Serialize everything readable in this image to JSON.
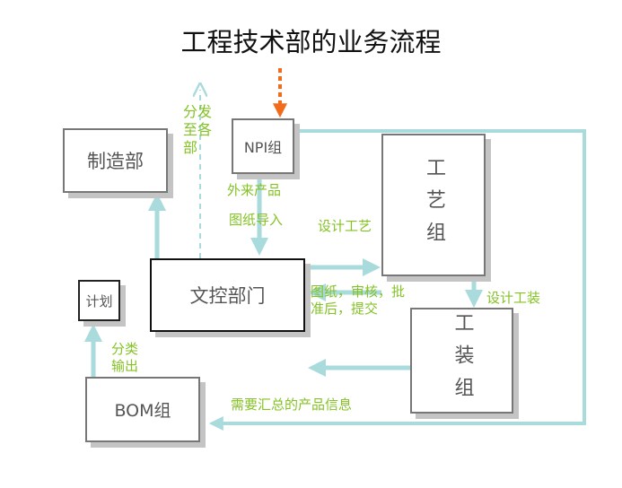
{
  "title": "工程技术部的业务流程",
  "boxes": {
    "manufacturing": "制造部",
    "npi": "NPI组",
    "process": "工艺组",
    "doc_control": "文控部门",
    "plan": "计划",
    "tooling": "工装组",
    "bom": "BOM组"
  },
  "labels": {
    "distribute_1": "分发",
    "distribute_2": "至各",
    "distribute_3": "部",
    "external_product": "外来产品",
    "drawing_import": "图纸导入",
    "design_process": "设计工艺",
    "review_1": "图纸，审核，批",
    "review_2": "准后，提交",
    "design_tooling": "设计工装",
    "classify_1": "分类",
    "classify_2": "输出",
    "summary_info": "需要汇总的产品信息"
  },
  "colors": {
    "arrow": "#a9dadc",
    "label": "#84c225",
    "input_arrow": "#f26a1b"
  }
}
